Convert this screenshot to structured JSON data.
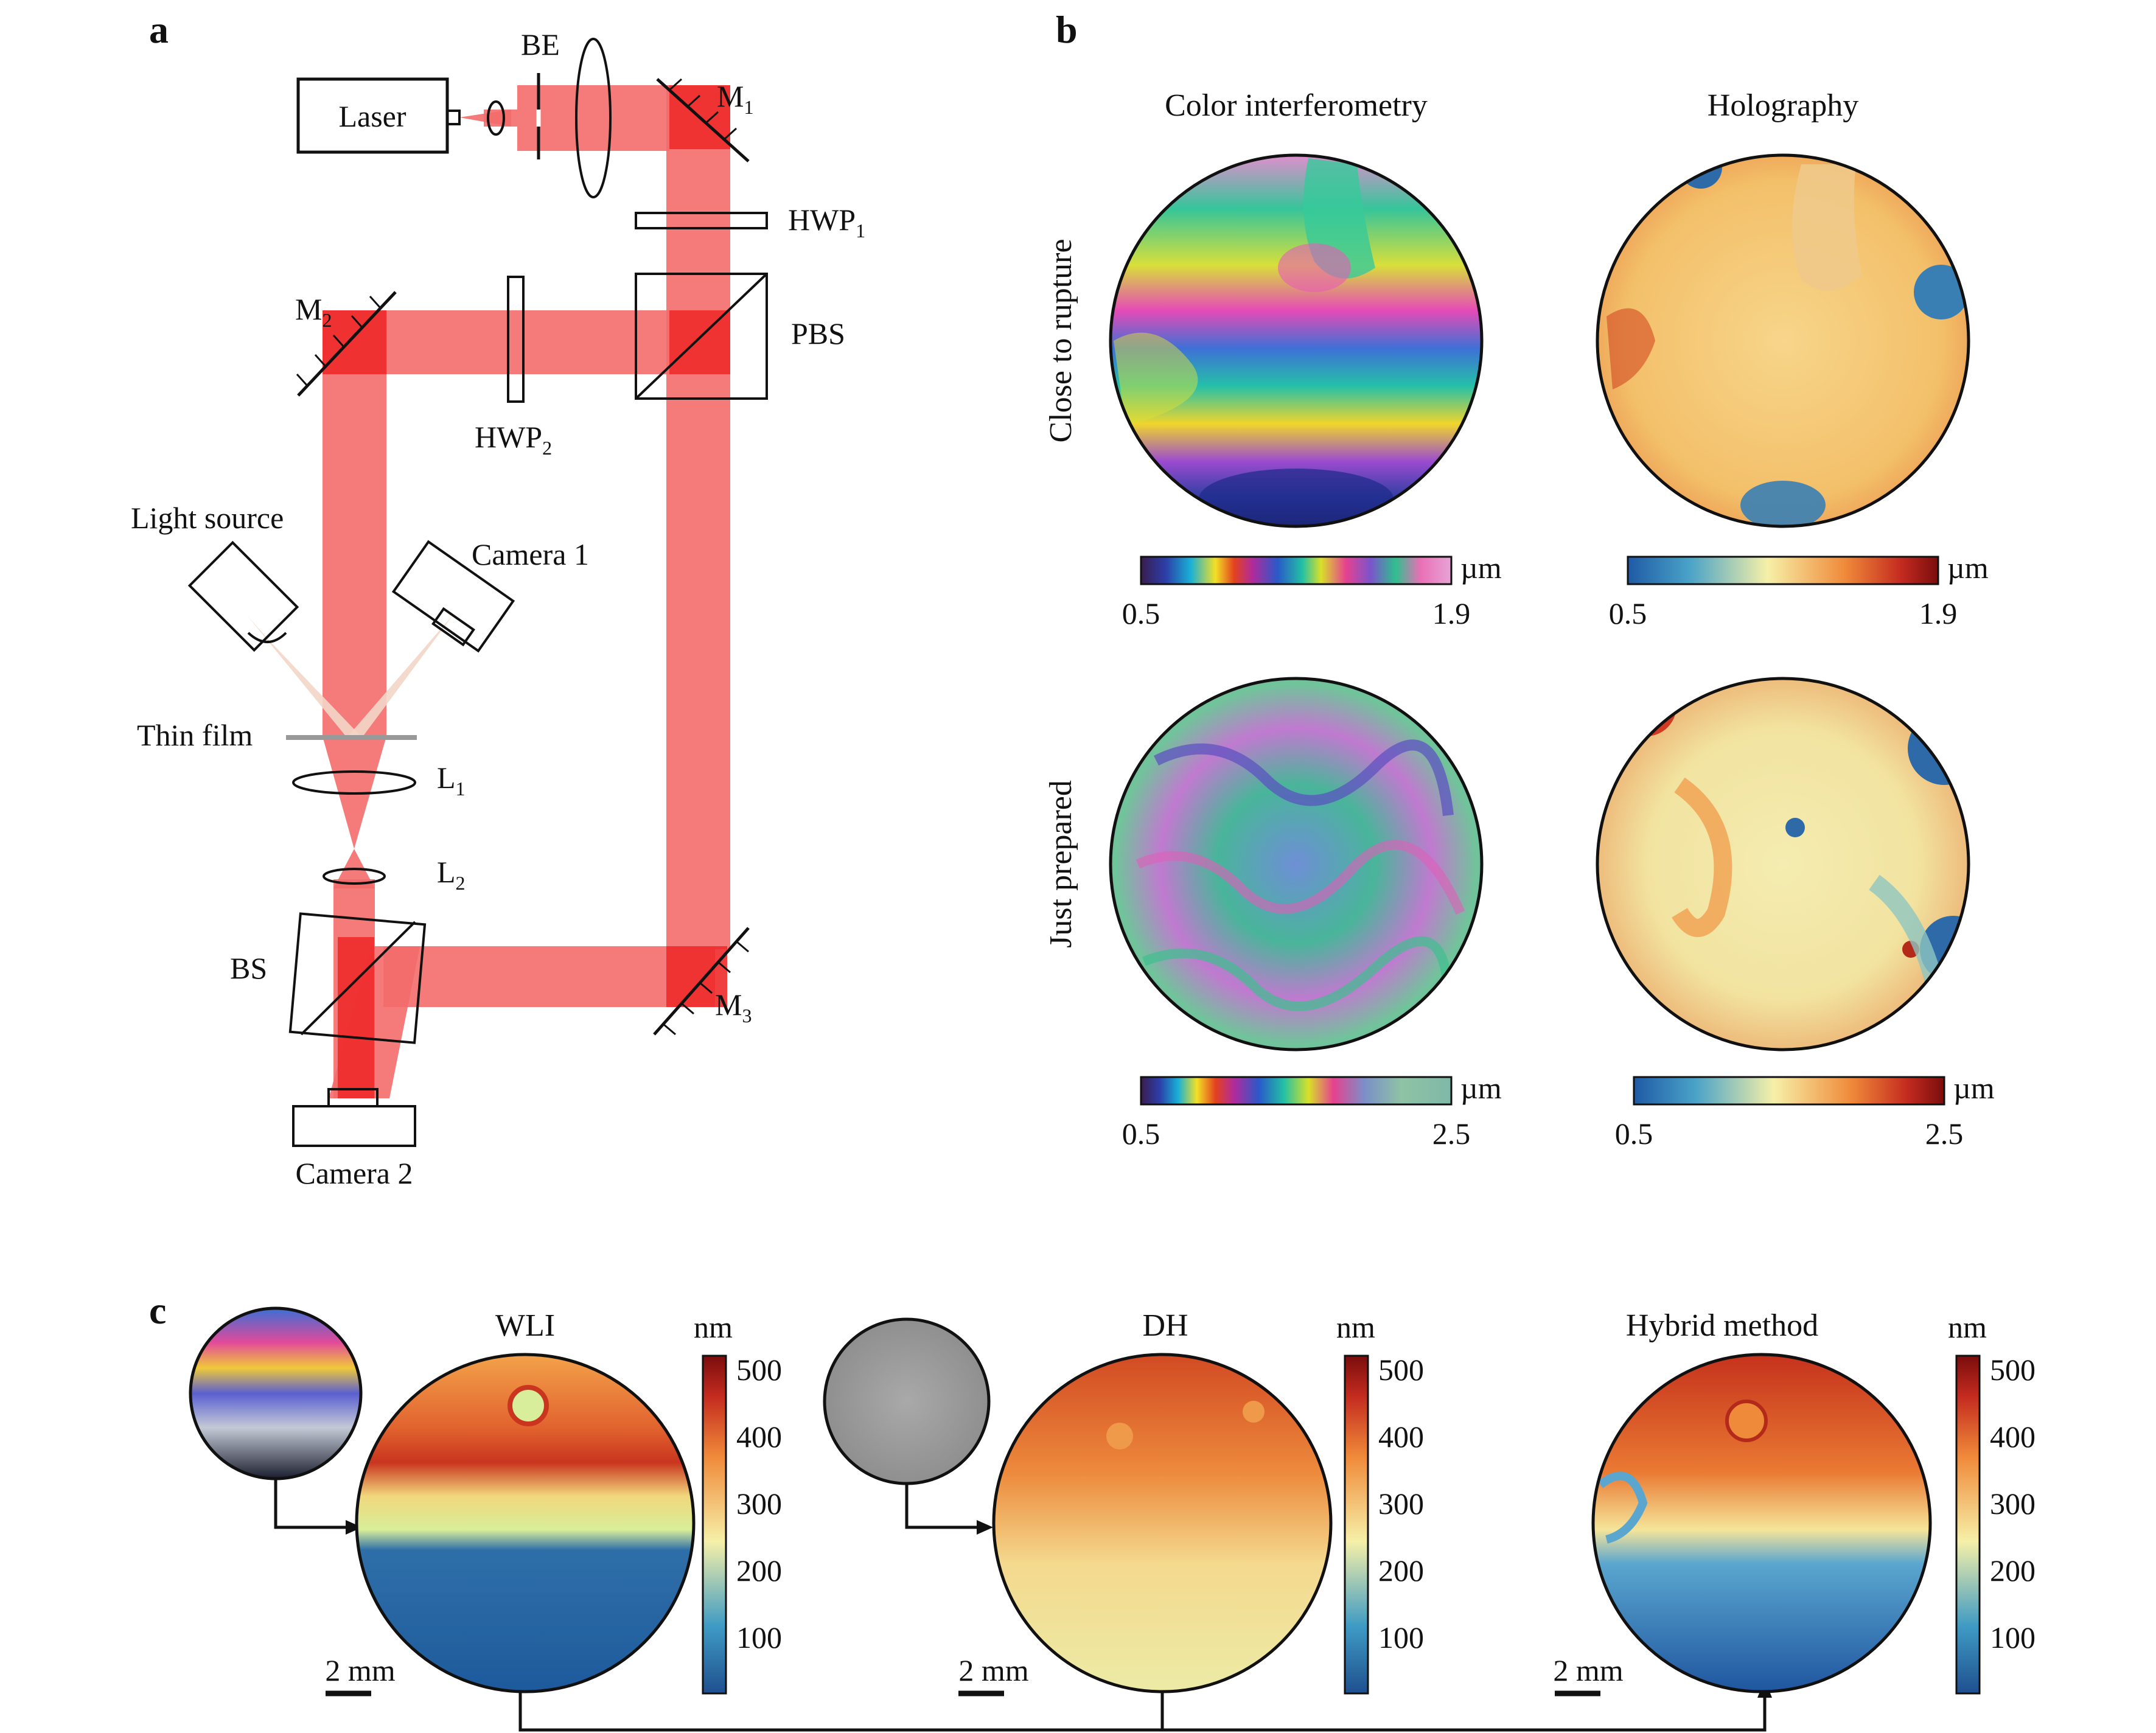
{
  "panels": {
    "a": "a",
    "b": "b",
    "c": "c"
  },
  "setup": {
    "laser": "Laser",
    "be": "BE",
    "m1": "M",
    "m1_sub": "1",
    "m2": "M",
    "m2_sub": "2",
    "m3": "M",
    "m3_sub": "3",
    "hwp1": "HWP",
    "hwp1_sub": "1",
    "hwp2": "HWP",
    "hwp2_sub": "2",
    "pbs": "PBS",
    "light_source": "Light source",
    "camera1": "Camera 1",
    "thin_film": "Thin film",
    "l1": "L",
    "l1_sub": "1",
    "l2": "L",
    "l2_sub": "2",
    "bs": "BS",
    "camera2": "Camera 2",
    "colors": {
      "beam": "#f46b6b",
      "beam_overlap": "#ee2a2a",
      "white_light": "#f3d6c7",
      "film": "#999999"
    }
  },
  "comparison": {
    "col1": "Color interferometry",
    "col2": "Holography",
    "row1": "Close to rupture",
    "row2": "Just prepared",
    "unit": "µm",
    "row1_min": "0.5",
    "row1_max": "1.9",
    "row2_min": "0.5",
    "row2_max": "2.5"
  },
  "methods": {
    "wli": "WLI",
    "dh": "DH",
    "hybrid": "Hybrid method",
    "unit": "nm",
    "ticks": [
      "500",
      "400",
      "300",
      "200",
      "100"
    ],
    "scale_bar": "2 mm",
    "colormap": [
      "#1f5aa6",
      "#3f9bc4",
      "#f6f0a8",
      "#f7a04a",
      "#c42b1f",
      "#7a0d0d"
    ]
  }
}
